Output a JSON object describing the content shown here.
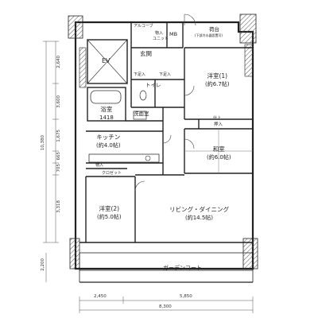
{
  "rooms": {
    "alcove": "アルコーブ",
    "meter_box": "MB",
    "storage_unit_label": "物入",
    "storage_unit_sub": "ユニット",
    "balcony_store": "荷台",
    "balcony_store_note": "(下部冷水器設置可)",
    "ev": "EV",
    "entrance": "玄関",
    "storage_under_shoe": "下足入",
    "storage_under_shoe_2": "下足入",
    "western1_name": "洋室(1)",
    "western1_area": "(約6.7帖)",
    "toilet": "トイレ",
    "bath_name": "浴室",
    "bath_size": "1418",
    "washroom": "洗面室",
    "kitchen_name": "キッチン",
    "kitchen_area": "(約4.0帖)",
    "closet_label": "押入",
    "closet_top": "仕上",
    "japanese_name": "和室",
    "japanese_area": "(約6.0帖)",
    "storage_small": "物入",
    "closet2": "クロゼット",
    "western2_name": "洋室(2)",
    "western2_area": "(約5.0帖)",
    "living_name": "リビング・ダイニング",
    "living_area": "(約14.5帖)",
    "garden": "ガーデンコート"
  },
  "dimensions": {
    "left_total": "10,380",
    "left_seg_top": "2,640",
    "left_seg_2": "3,600",
    "left_seg_3": "1,675",
    "left_seg_4": "665",
    "left_seg_5": "705",
    "left_seg_6": "3,318",
    "left_seg_garden": "2,200",
    "bottom_seg_left": "2,450",
    "bottom_seg_right": "5,850",
    "bottom_total": "8,300"
  }
}
